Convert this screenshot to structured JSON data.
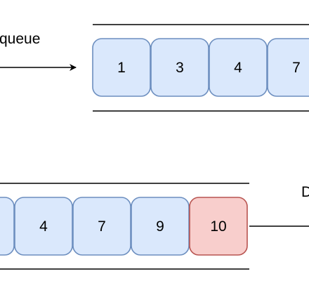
{
  "top": {
    "label": "queue",
    "cells": [
      {
        "value": "1",
        "color": "#dae8fc"
      },
      {
        "value": "3",
        "color": "#dae8fc"
      },
      {
        "value": "4",
        "color": "#dae8fc"
      },
      {
        "value": "7",
        "color": "#dae8fc"
      }
    ]
  },
  "bottom": {
    "label": "D",
    "cells": [
      {
        "value": "",
        "color": "#dae8fc"
      },
      {
        "value": "4",
        "color": "#dae8fc"
      },
      {
        "value": "7",
        "color": "#dae8fc"
      },
      {
        "value": "9",
        "color": "#dae8fc"
      },
      {
        "value": "10",
        "color": "#f8cecc"
      }
    ]
  },
  "colors": {
    "queued_fill": "#dae8fc",
    "queued_stroke": "#6c8ebf",
    "dequeued_fill": "#f8cecc",
    "dequeued_stroke": "#b85450",
    "line": "#000000"
  }
}
